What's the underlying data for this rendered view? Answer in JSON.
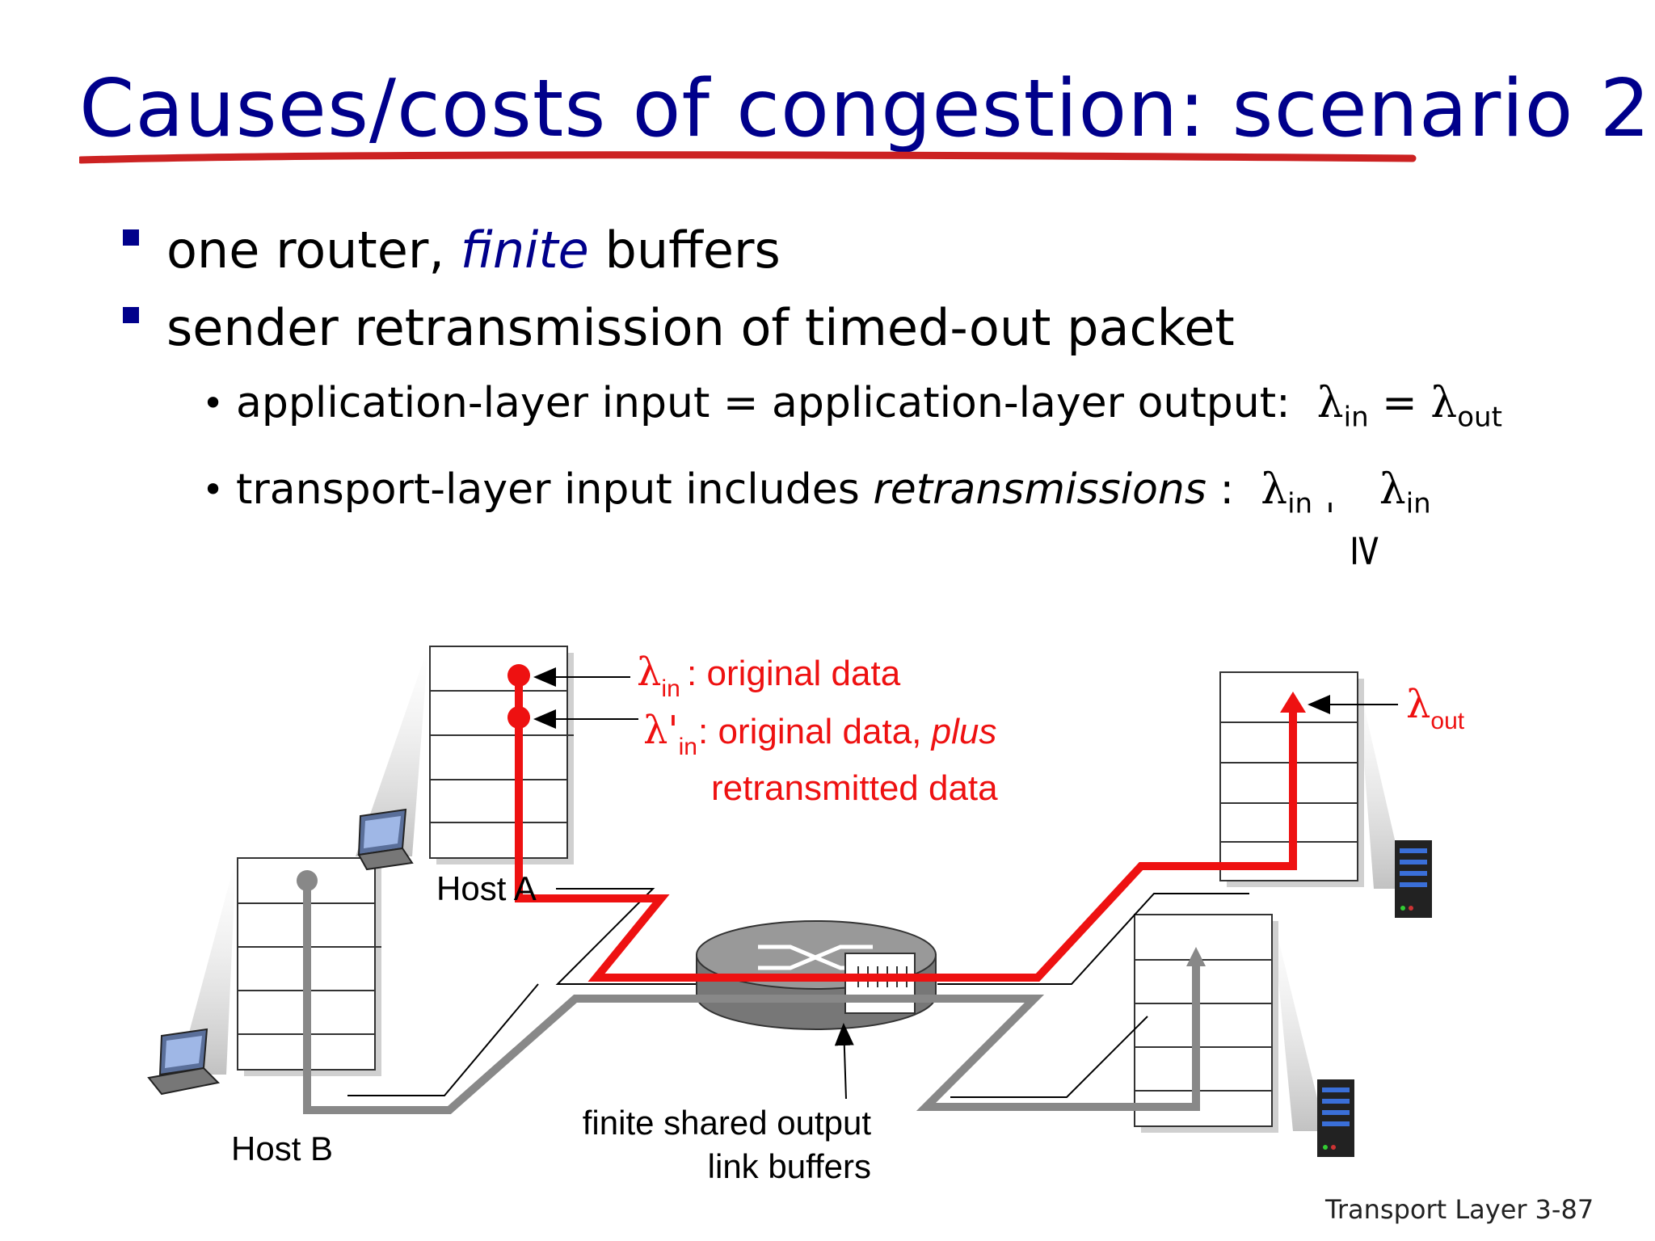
{
  "title": "Causes/costs of congestion: scenario 2",
  "bullets": {
    "b1_pre": "one router, ",
    "b1_em": "finite",
    "b1_post": " buffers",
    "b2": "sender retransmission of timed-out packet",
    "s1_text": "application-layer input = application-layer output:",
    "s1_eq": "=",
    "s2_pre": "transport-layer input includes ",
    "s2_em": "retransmissions",
    "s2_post": " :"
  },
  "symbols": {
    "lambda": "λ",
    "lambda_prime": "λ'",
    "in": "in",
    "out": "out",
    "geq": "≥",
    "comma": "'"
  },
  "diagram": {
    "label_original": ": original data",
    "label_plus_pre": ": original data, ",
    "label_plus_em": "plus",
    "label_retx": "retransmitted data",
    "host_a": "Host A",
    "host_b": "Host B",
    "buffer_line1": "finite shared output",
    "buffer_line2": "link buffers"
  },
  "colors": {
    "title": "#00008b",
    "underline": "#cc2222",
    "red_flow": "#ee1111",
    "gray_flow": "#888888"
  },
  "footer": {
    "chapter": "Transport Layer",
    "page": "3-87"
  }
}
